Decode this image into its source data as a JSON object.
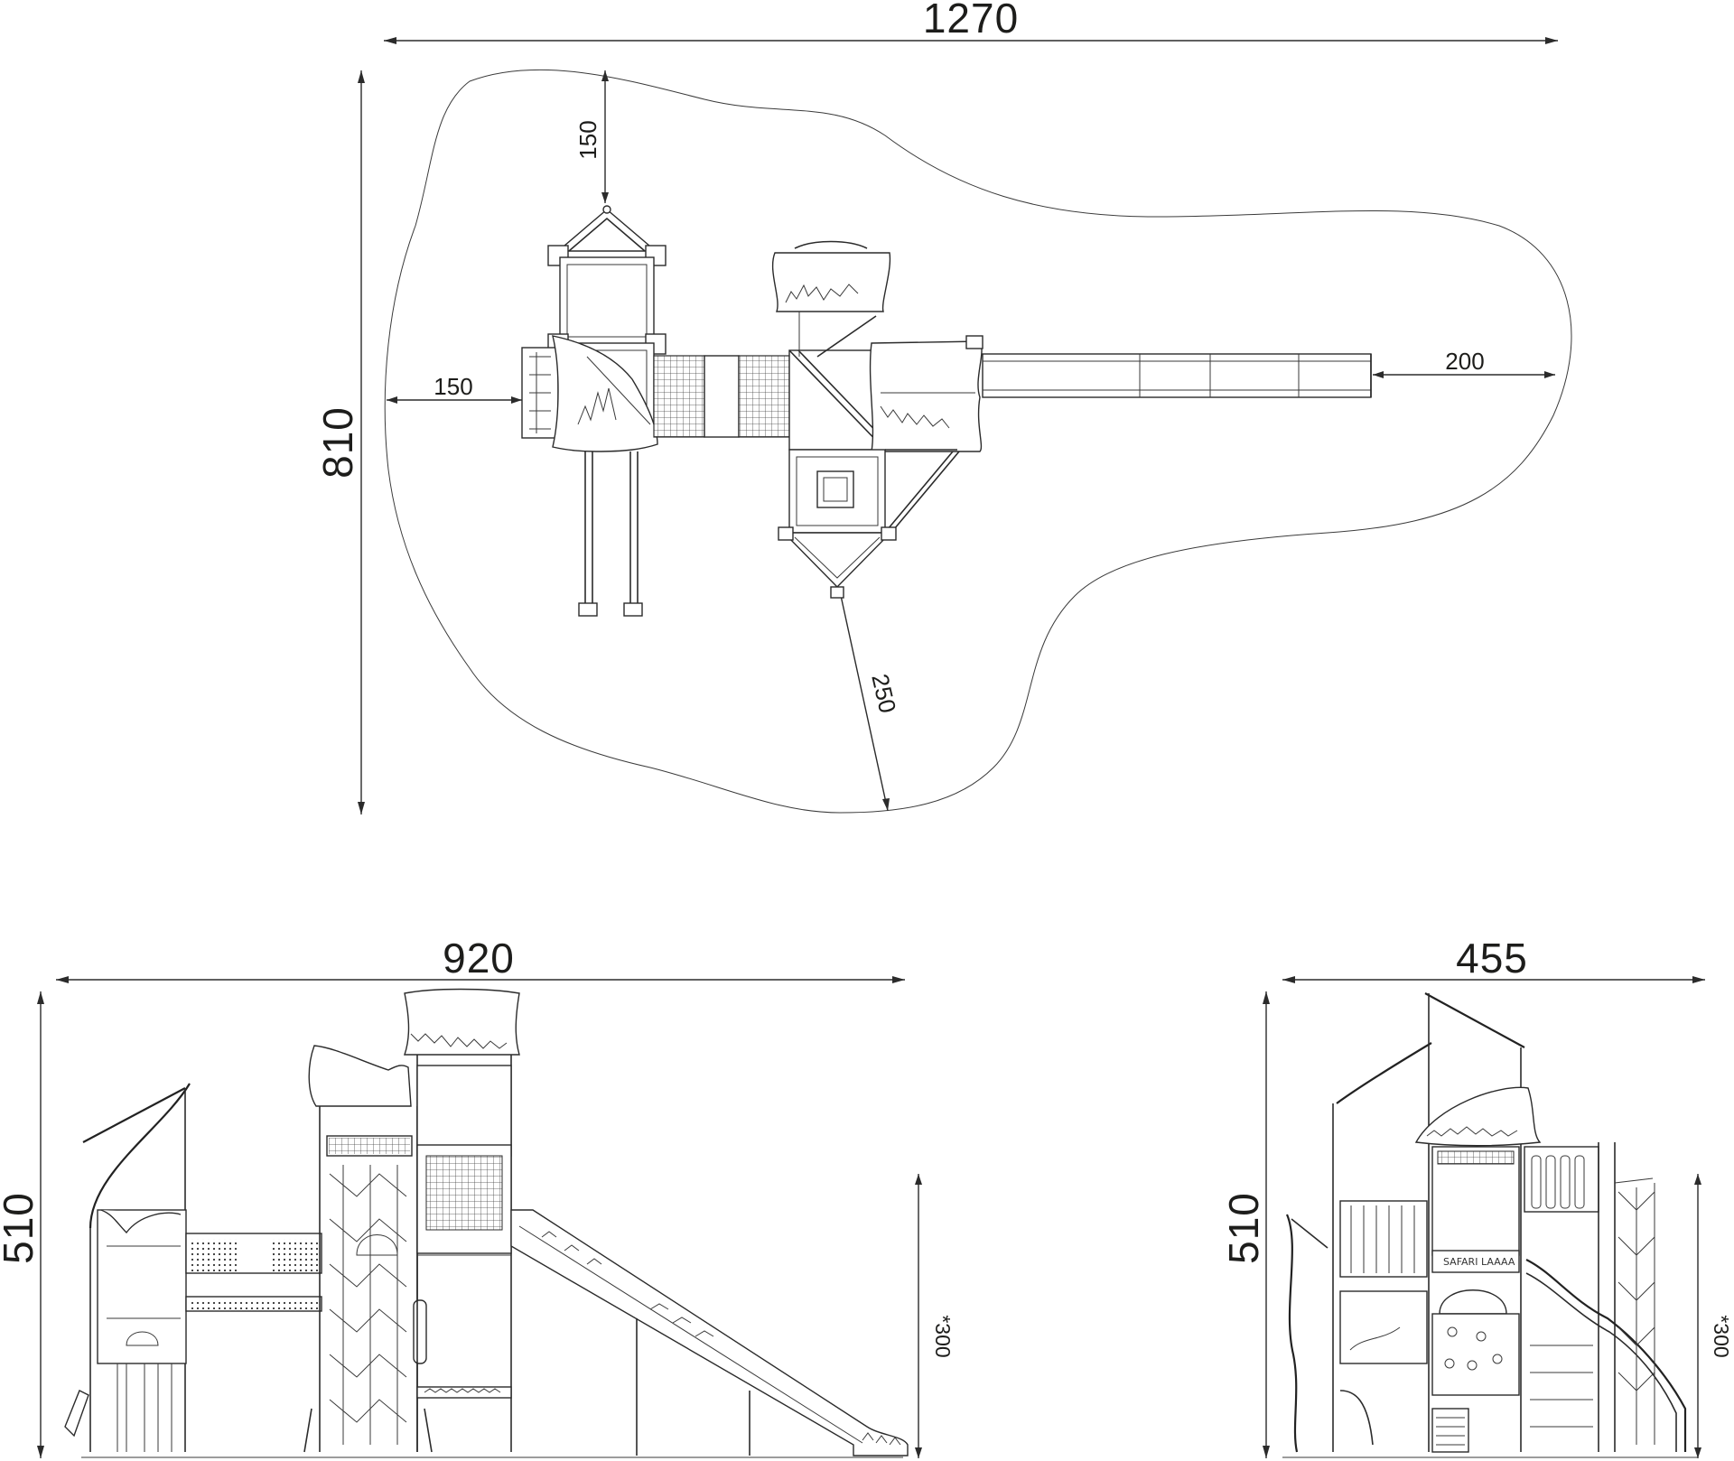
{
  "plan_view": {
    "dim_width": "1270",
    "dim_height": "810",
    "dim_clear_top": "150",
    "dim_clear_left": "150",
    "dim_clear_right": "200",
    "dim_clear_bottom": "250"
  },
  "front_view": {
    "dim_width": "920",
    "dim_height": "510",
    "dim_fall_height": "*300"
  },
  "side_view": {
    "dim_width": "455",
    "dim_height": "510",
    "dim_fall_height": "*300",
    "panel_label": "SAFARI",
    "panel_label_2": "LAAAA"
  }
}
